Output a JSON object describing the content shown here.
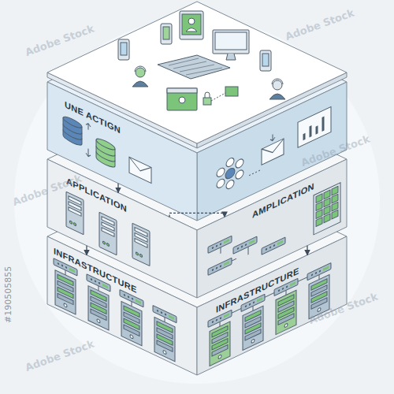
{
  "diagram": {
    "nodes": [
      {
        "text": [
          "UNE ACTIGN"
        ]
      },
      {
        "text": [
          "APPLICATION"
        ]
      },
      {
        "text": [
          "AMPLICATION"
        ]
      },
      {
        "text": [
          "INFRASTRUCTURE"
        ]
      },
      {
        "text": [
          "INFRASTRUCTURE"
        ]
      }
    ],
    "edges": [
      {
        "from": 0,
        "to": 1,
        "arrow": "to"
      },
      {
        "from": 1,
        "to": 2,
        "arrow": "to"
      },
      {
        "from": 1,
        "to": 3,
        "arrow": "to"
      },
      {
        "from": 2,
        "to": 4,
        "arrow": "to"
      }
    ],
    "labels": [
      "#190505855",
      "Adobe Stock",
      "Adobe Stock",
      "Adobe Stock",
      "Adobe Stock",
      "Adobe Stock",
      "Adobe Stock"
    ]
  }
}
